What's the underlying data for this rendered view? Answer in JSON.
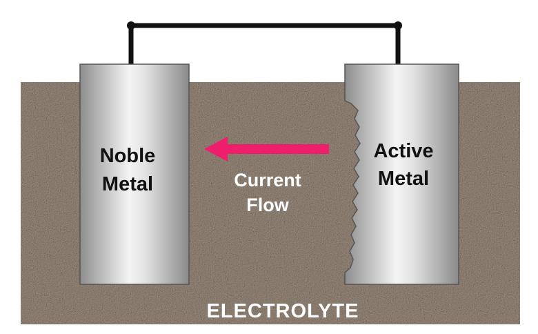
{
  "diagram": {
    "noble_electrode": {
      "label_line1": "Noble",
      "label_line2": "Metal"
    },
    "active_electrode": {
      "label_line1": "Active",
      "label_line2": "Metal"
    },
    "current_flow": {
      "label_line1": "Current",
      "label_line2": "Flow",
      "direction": "left"
    },
    "electrolyte": {
      "label": "ELECTROLYTE"
    }
  },
  "colors": {
    "electrolyte_base": "#9b8c7d",
    "electrode_light": "#f4f4f4",
    "electrode_dark": "#8e8e8e",
    "wire": "#111111",
    "arrow": "#ee1e6c",
    "flow_text": "#ffffff",
    "electrode_text": "#111111"
  }
}
